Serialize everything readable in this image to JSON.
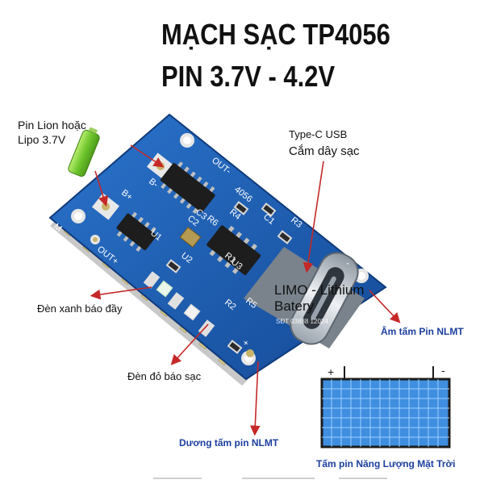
{
  "title_line1": "MẠCH SẠC TP4056",
  "title_line2": "PIN 3.7V - 4.2V",
  "battery_label": [
    "Pin Lion hoặc",
    "Lipo 3.7V"
  ],
  "usb_label": [
    "Type-C USB",
    "Cắm dây sạc"
  ],
  "green_led_label": "Đèn xanh báo đầy",
  "red_led_label": "Đèn đỏ báo sạc",
  "positive_label": "Dương tấm pin NLMT",
  "negative_label": "Âm tấm Pin NLMT",
  "solar_label": "Tấm pin Năng Lượng Mặt Trời",
  "watermark": [
    "LIMO - Lithium",
    "Batery"
  ],
  "watermark_phone": "SĐT 03888 12024",
  "solar_plus": "+",
  "solar_minus": "-",
  "board_silk": {
    "out_minus": "OUT-",
    "b_minus": "B-",
    "b_plus": "B+",
    "out_plus": "OUT+",
    "in_plus": "+",
    "in_minus": "-",
    "chip_4056": "4056",
    "r3": "R3",
    "r4": "R4",
    "r5": "R5",
    "r6": "R6",
    "r1": "R1",
    "r2": "R2",
    "c1": "C1",
    "c2": "C2",
    "c3": "C3",
    "u1": "U1",
    "u2": "U2",
    "u3": "U3",
    "m_mark": "M"
  },
  "colors": {
    "pcb": "#1e60b8",
    "pcb_dark": "#174a93",
    "gold": "#c9b46a",
    "chip": "#1d1d1d",
    "battery": "#7fd13b",
    "arrow": "#c62828",
    "solar_frame": "#1b1b1b",
    "solar_cell": "#3f8ee0"
  }
}
